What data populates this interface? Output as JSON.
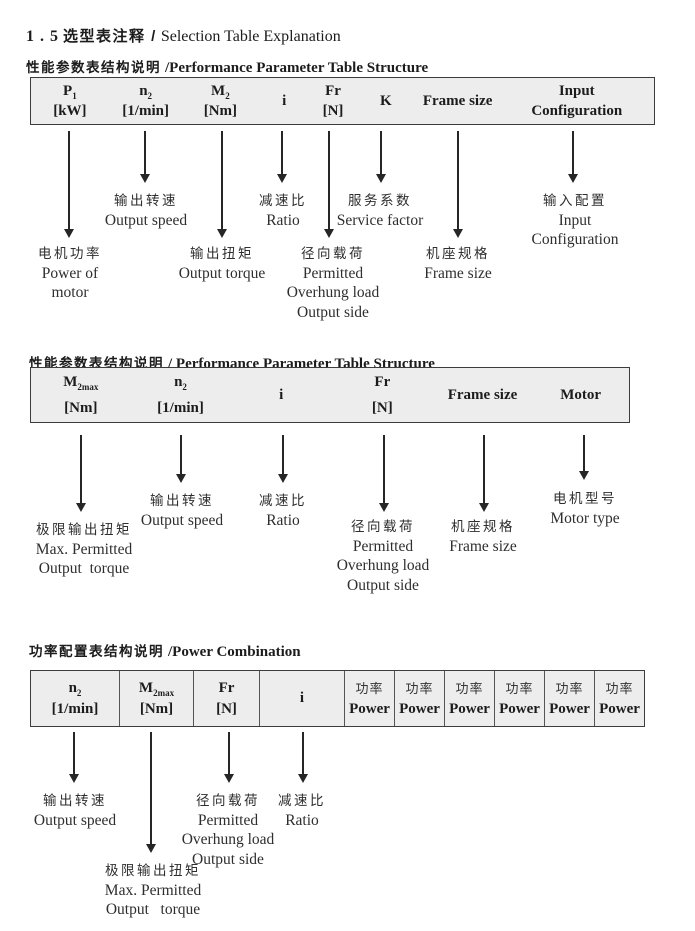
{
  "colors": {
    "table_bg": "#ededed",
    "table_border": "#3c3c3c",
    "text": "#1c1c1c"
  },
  "title": {
    "num": "1 . 5",
    "zh": "选型表注释 /",
    "en": "Selection Table Explanation"
  },
  "s1": {
    "heading": {
      "zh": "性能参数表结构说明",
      "en": "/Performance Parameter Table Structure"
    },
    "columns": [
      {
        "l1": "P",
        "sub": "1",
        "l2": "[kW]"
      },
      {
        "l1": "n",
        "sub": "2",
        "l2": "[1/min]"
      },
      {
        "l1": "M",
        "sub": "2",
        "l2": "[Nm]"
      },
      {
        "l1": "i"
      },
      {
        "l1": "Fr",
        "l2": "[N]"
      },
      {
        "l1": "K"
      },
      {
        "l1": "Frame size"
      },
      {
        "l1": "Input",
        "l2": "Configuration"
      }
    ],
    "annotations": [
      {
        "lines": [
          "电机功率",
          "Power of",
          "motor"
        ]
      },
      {
        "lines": [
          "输出转速",
          "Output speed"
        ]
      },
      {
        "lines": [
          "输出扭矩",
          "Output torque"
        ]
      },
      {
        "lines": [
          "减速比",
          "Ratio"
        ]
      },
      {
        "lines": [
          "径向载荷",
          "Permitted",
          "Overhung load",
          "Output side"
        ]
      },
      {
        "lines": [
          "服务系数",
          "Service factor"
        ]
      },
      {
        "lines": [
          "机座规格",
          "Frame size"
        ]
      },
      {
        "lines": [
          "输入配置",
          "Input",
          "Configuration"
        ]
      }
    ]
  },
  "s2": {
    "heading": {
      "zh": "性能参数表结构说明",
      "en": "/ Performance Parameter Table Structure"
    },
    "columns": [
      {
        "l1": "M",
        "sub": "2max",
        "l2": "[Nm]"
      },
      {
        "l1": "n",
        "sub": "2",
        "l2": "[1/min]"
      },
      {
        "l1": "i"
      },
      {
        "l1": "Fr",
        "l2": "[N]"
      },
      {
        "l1": "Frame size"
      },
      {
        "l1": "Motor"
      }
    ],
    "annotations": [
      {
        "lines": [
          "极限输出扭矩",
          "Max. Permitted",
          "Output  torque"
        ]
      },
      {
        "lines": [
          "输出转速",
          "Output speed"
        ]
      },
      {
        "lines": [
          "减速比",
          "Ratio"
        ]
      },
      {
        "lines": [
          "径向载荷",
          "Permitted",
          "Overhung load",
          "Output side"
        ]
      },
      {
        "lines": [
          "机座规格",
          "Frame size"
        ]
      },
      {
        "lines": [
          "电机型号",
          "Motor type"
        ]
      }
    ]
  },
  "s3": {
    "heading": {
      "zh": "功率配置表结构说明",
      "en": "/Power Combination"
    },
    "columns": [
      {
        "l1": "n",
        "sub": "2",
        "l2": "[1/min]"
      },
      {
        "l1": "M",
        "sub": "2max",
        "l2": "[Nm]"
      },
      {
        "l1": "Fr",
        "l2": "[N]"
      },
      {
        "l1": "i"
      },
      {
        "zh": "功率",
        "l2": "Power"
      },
      {
        "zh": "功率",
        "l2": "Power"
      },
      {
        "zh": "功率",
        "l2": "Power"
      },
      {
        "zh": "功率",
        "l2": "Power"
      },
      {
        "zh": "功率",
        "l2": "Power"
      },
      {
        "zh": "功率",
        "l2": "Power"
      }
    ],
    "annotations": [
      {
        "lines": [
          "输出转速",
          "Output speed"
        ]
      },
      {
        "lines": [
          "极限输出扭矩",
          "Max. Permitted",
          "Output   torque"
        ]
      },
      {
        "lines": [
          "径向载荷",
          "Permitted",
          "Overhung load",
          "Output side"
        ]
      },
      {
        "lines": [
          "减速比",
          "Ratio"
        ]
      }
    ]
  }
}
